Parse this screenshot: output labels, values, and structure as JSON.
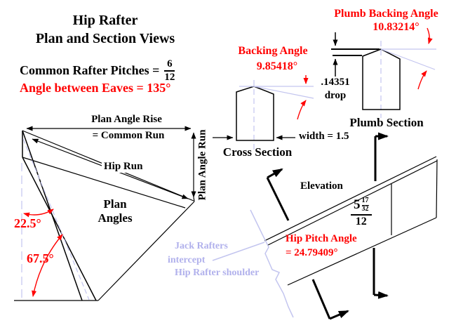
{
  "title": {
    "line1": "Hip Rafter",
    "line2": "Plan and Section Views"
  },
  "pitch": {
    "label": "Common Rafter Pitches =",
    "numerator": "6",
    "denominator": "12"
  },
  "eaves_angle_label": "Angle between Eaves  = 135°",
  "plan": {
    "rise_label": "Plan Angle Rise",
    "rise_label2": "= Common Run",
    "run_label": "Plan Angle Run",
    "hip_run_label": "Hip Run",
    "name_line1": "Plan",
    "name_line2": "Angles",
    "angle_small": "22.5°",
    "angle_large": "67.5°"
  },
  "cross_section": {
    "label": "Cross Section",
    "backing_angle_label": "Backing Angle",
    "backing_angle_value": "9.85418°",
    "width_label": "width = 1.5"
  },
  "plumb_section": {
    "label": "Plumb Section",
    "backing_angle_label": "Plumb Backing Angle",
    "backing_angle_value": "10.83214°",
    "drop_value": ".14351",
    "drop_label": "drop"
  },
  "elevation": {
    "label": "Elevation",
    "pitch_whole": "5",
    "pitch_frac_num": "17",
    "pitch_frac_den": "32",
    "pitch_denominator": "12",
    "hip_pitch_label": "Hip Pitch Angle",
    "hip_pitch_value": "= 24.79409°"
  },
  "jack_note": {
    "line1": "Jack Rafters",
    "line2": "intercept",
    "line3": "Hip Rafter shoulder"
  },
  "colors": {
    "accent_red": "#ff0000",
    "lavender_line": "#c3c5ef",
    "lavender_text": "#b1b1ec",
    "black": "#000000"
  }
}
